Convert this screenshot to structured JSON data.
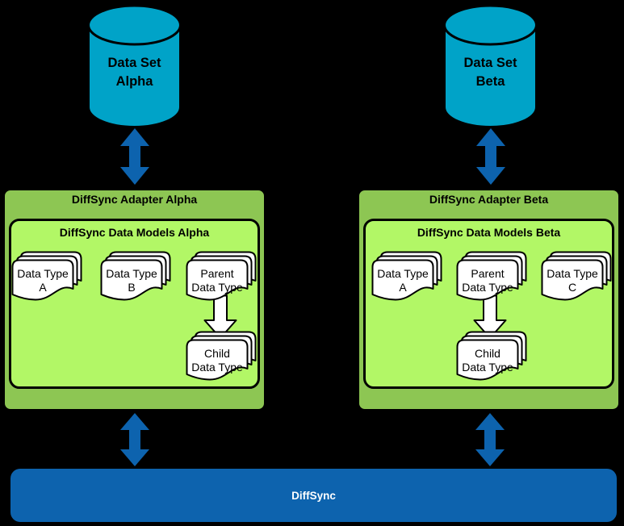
{
  "colors": {
    "background": "#000000",
    "dataset_fill": "#00A3C8",
    "adapter_fill": "#8DC653",
    "models_fill": "#B2F766",
    "sync_blue": "#0D63AE",
    "document_fill": "#FFFFFF",
    "outline": "#000000"
  },
  "datasets": [
    {
      "line1": "Data Set",
      "line2": "Alpha"
    },
    {
      "line1": "Data Set",
      "line2": "Beta"
    }
  ],
  "adapters": [
    {
      "title": "DiffSync Adapter Alpha",
      "models_title": "DiffSync Data Models Alpha",
      "types": [
        {
          "line1": "Data Type",
          "line2": "A"
        },
        {
          "line1": "Data Type",
          "line2": "B"
        },
        {
          "line1": "Parent",
          "line2": "Data Type"
        }
      ],
      "child": {
        "line1": "Child",
        "line2": "Data Type"
      }
    },
    {
      "title": "DiffSync Adapter Beta",
      "models_title": "DiffSync Data Models Beta",
      "types": [
        {
          "line1": "Data Type",
          "line2": "A"
        },
        {
          "line1": "Parent",
          "line2": "Data Type"
        },
        {
          "line1": "Data Type",
          "line2": "C"
        }
      ],
      "child": {
        "line1": "Child",
        "line2": "Data Type"
      }
    }
  ],
  "bus": {
    "label": "DiffSync"
  }
}
